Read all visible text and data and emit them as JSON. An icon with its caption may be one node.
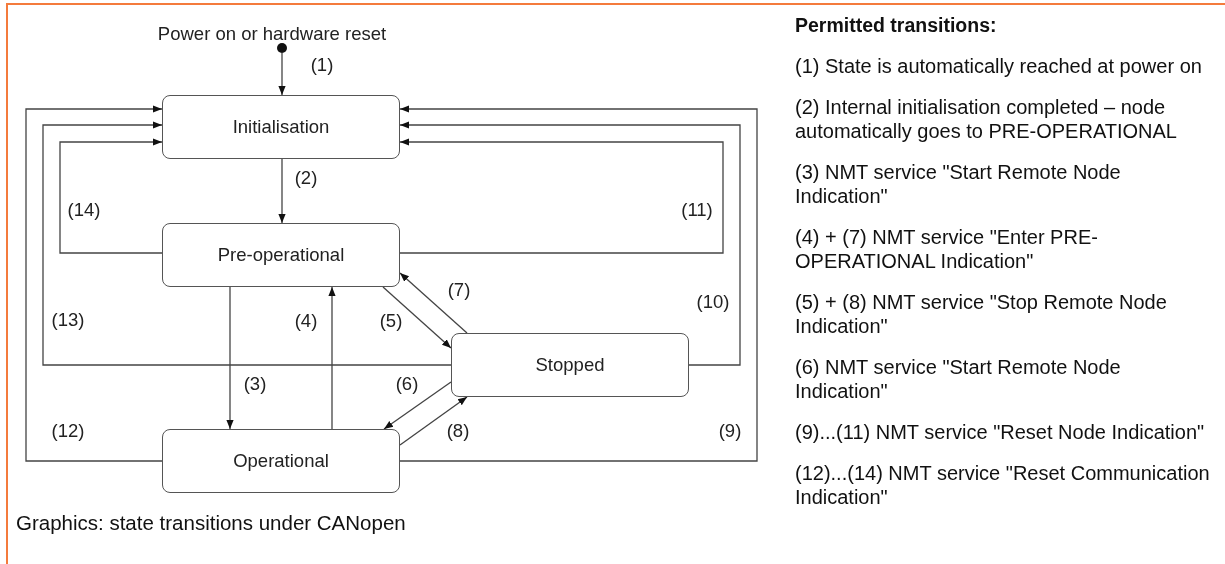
{
  "diagram": {
    "caption": "Graphics: state transitions under CANopen",
    "nodes": [
      {
        "text": [],
        "shape": "circle",
        "beside": [
          "Power on or hardware reset"
        ]
      },
      {
        "text": [
          "Initialisation"
        ]
      },
      {
        "text": [
          "Pre-operational"
        ]
      },
      {
        "text": [
          "Stopped"
        ]
      },
      {
        "text": [
          "Operational"
        ]
      }
    ],
    "edges": [
      {
        "from": 0,
        "to": 1,
        "arrow": "to",
        "label": "(1)"
      },
      {
        "from": 1,
        "to": 2,
        "arrow": "to",
        "label": "(2)"
      },
      {
        "from": 2,
        "to": 4,
        "arrow": "to",
        "label": "(3)"
      },
      {
        "from": 4,
        "to": 2,
        "arrow": "to",
        "label": "(4)"
      },
      {
        "from": 2,
        "to": 3,
        "arrow": "to",
        "label": "(5)"
      },
      {
        "from": 3,
        "to": 4,
        "arrow": "to",
        "label": "(6)"
      },
      {
        "from": 3,
        "to": 2,
        "arrow": "to",
        "label": "(7)"
      },
      {
        "from": 4,
        "to": 3,
        "arrow": "to",
        "label": "(8)"
      },
      {
        "from": 4,
        "to": 1,
        "arrow": "to",
        "label": "(9)"
      },
      {
        "from": 3,
        "to": 1,
        "arrow": "to",
        "label": "(10)"
      },
      {
        "from": 2,
        "to": 1,
        "arrow": "to",
        "label": "(11)"
      },
      {
        "from": 4,
        "to": 1,
        "arrow": "to",
        "label": "(12)"
      },
      {
        "from": 3,
        "to": 1,
        "arrow": "to",
        "label": "(13)"
      },
      {
        "from": 2,
        "to": 1,
        "arrow": "to",
        "label": "(14)"
      }
    ],
    "labels": [
      "Permitted transitions:",
      "(1) State is automatically reached at power on",
      "(2) Internal initialisation completed – node automatically goes to PRE-OPERATIONAL",
      "(3) NMT service \"Start Remote Node Indication\"",
      "(4) + (7) NMT service \"Enter PRE-OPERATIONAL Indication\"",
      "(5) + (8) NMT service \"Stop Remote Node Indication\"",
      "(6) NMT service \"Start Remote Node Indication\"",
      "(9)...(11) NMT service \"Reset Node Indication\"",
      "(12)...(14) NMT service \"Reset Communication Indication\""
    ]
  }
}
